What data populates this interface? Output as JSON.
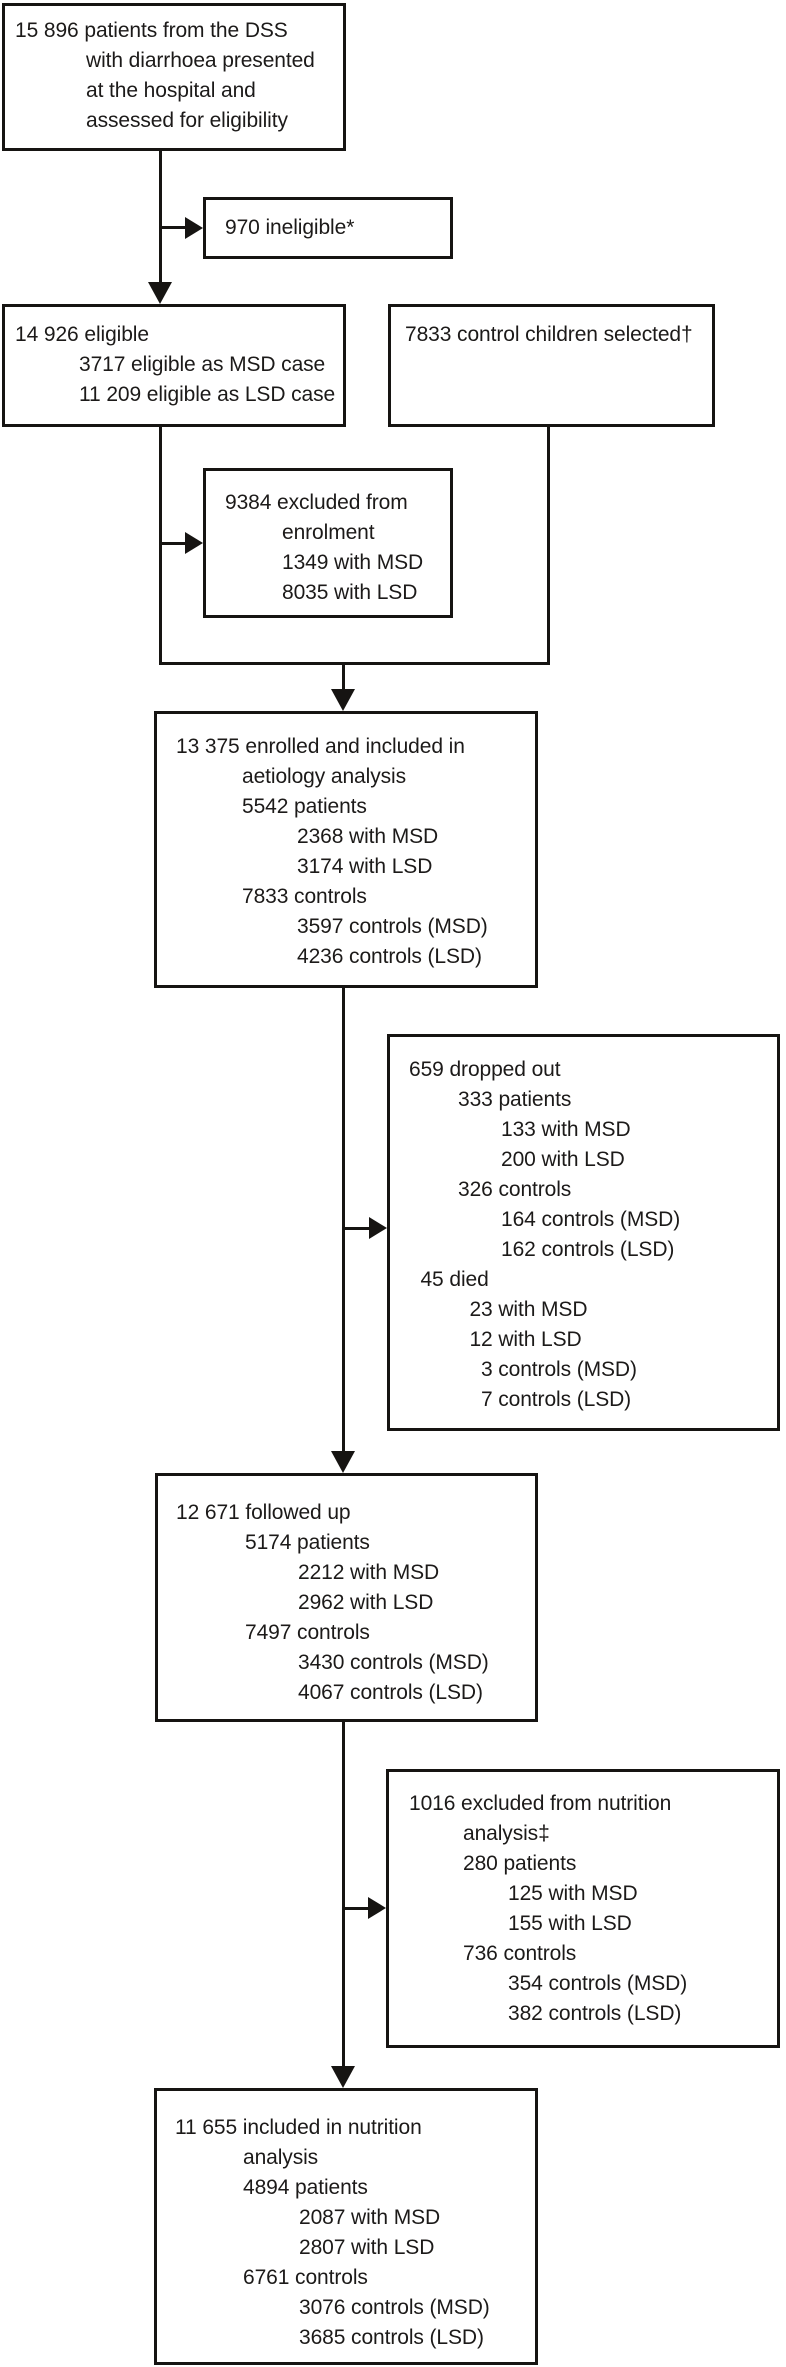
{
  "figure": {
    "type": "patient-flow-diagram",
    "colors": {
      "background": "#ffffff",
      "text": "#1c1a19",
      "line": "#161412"
    },
    "boxes": {
      "assessed": {
        "lines": [
          {
            "lvl": 0,
            "text": "15 896 patients from the DSS"
          },
          {
            "lvl": 1,
            "text": "with diarrhoea presented"
          },
          {
            "lvl": 1,
            "text": "at the hospital and"
          },
          {
            "lvl": 1,
            "text": "assessed for eligibility"
          }
        ]
      },
      "ineligible": {
        "lines": [
          {
            "lvl": 0,
            "text": "970 ineligible*"
          }
        ]
      },
      "eligible": {
        "lines": [
          {
            "lvl": 0,
            "text": "14 926 eligible"
          },
          {
            "lvl": 1,
            "text": "3717 eligible as MSD case"
          },
          {
            "lvl": 1,
            "text": "11 209 eligible as LSD case"
          }
        ]
      },
      "controls_selected": {
        "lines": [
          {
            "lvl": 0,
            "text": "7833 control children selected†"
          }
        ]
      },
      "excluded_enrolment": {
        "lines": [
          {
            "lvl": 0,
            "text": "9384 excluded from"
          },
          {
            "lvl": 1,
            "text": "enrolment"
          },
          {
            "lvl": 1,
            "text": "1349 with MSD"
          },
          {
            "lvl": 1,
            "text": "8035 with LSD"
          }
        ]
      },
      "enrolled": {
        "lines": [
          {
            "lvl": 0,
            "text": "13 375 enrolled and included in"
          },
          {
            "lvl": 1,
            "text": "aetiology analysis"
          },
          {
            "lvl": 1,
            "text": "5542 patients"
          },
          {
            "lvl": 2,
            "text": "2368 with MSD"
          },
          {
            "lvl": 2,
            "text": "3174 with LSD"
          },
          {
            "lvl": 1,
            "text": "7833 controls"
          },
          {
            "lvl": 2,
            "text": "3597 controls (MSD)"
          },
          {
            "lvl": 2,
            "text": "4236 controls (LSD)"
          }
        ]
      },
      "dropped": {
        "lines": [
          {
            "lvl": 0,
            "text": "659 dropped out"
          },
          {
            "lvl": 1,
            "text": "333 patients"
          },
          {
            "lvl": 2,
            "text": "133 with MSD"
          },
          {
            "lvl": 2,
            "text": "200 with LSD"
          },
          {
            "lvl": 1,
            "text": "326 controls"
          },
          {
            "lvl": 2,
            "text": "164 controls (MSD)"
          },
          {
            "lvl": 2,
            "text": "162 controls (LSD)"
          },
          {
            "lvl": 0,
            "text": "  45 died"
          },
          {
            "lvl": 1,
            "text": "  23 with MSD"
          },
          {
            "lvl": 1,
            "text": "  12 with LSD"
          },
          {
            "lvl": 1,
            "text": "    3 controls (MSD)"
          },
          {
            "lvl": 1,
            "text": "    7 controls (LSD)"
          }
        ]
      },
      "followed": {
        "lines": [
          {
            "lvl": 0,
            "text": "12 671 followed up"
          },
          {
            "lvl": 1,
            "text": "5174 patients"
          },
          {
            "lvl": 2,
            "text": "2212 with MSD"
          },
          {
            "lvl": 2,
            "text": "2962 with LSD"
          },
          {
            "lvl": 1,
            "text": "7497 controls"
          },
          {
            "lvl": 2,
            "text": "3430 controls (MSD)"
          },
          {
            "lvl": 2,
            "text": "4067 controls (LSD)"
          }
        ]
      },
      "excluded_nutrition": {
        "lines": [
          {
            "lvl": 0,
            "text": "1016 excluded from nutrition"
          },
          {
            "lvl": 1,
            "text": "analysis‡"
          },
          {
            "lvl": 1,
            "text": "280 patients"
          },
          {
            "lvl": 2,
            "text": "125 with MSD"
          },
          {
            "lvl": 2,
            "text": "155 with LSD"
          },
          {
            "lvl": 1,
            "text": "736 controls"
          },
          {
            "lvl": 2,
            "text": "354 controls (MSD)"
          },
          {
            "lvl": 2,
            "text": "382 controls (LSD)"
          }
        ]
      },
      "included_nutrition": {
        "lines": [
          {
            "lvl": 0,
            "text": "11 655 included in nutrition"
          },
          {
            "lvl": 1,
            "text": "analysis"
          },
          {
            "lvl": 1,
            "text": "4894 patients"
          },
          {
            "lvl": 2,
            "text": "2087 with MSD"
          },
          {
            "lvl": 2,
            "text": "2807 with LSD"
          },
          {
            "lvl": 1,
            "text": "6761 controls"
          },
          {
            "lvl": 2,
            "text": "3076 controls (MSD)"
          },
          {
            "lvl": 2,
            "text": "3685 controls (LSD)"
          }
        ]
      }
    }
  }
}
